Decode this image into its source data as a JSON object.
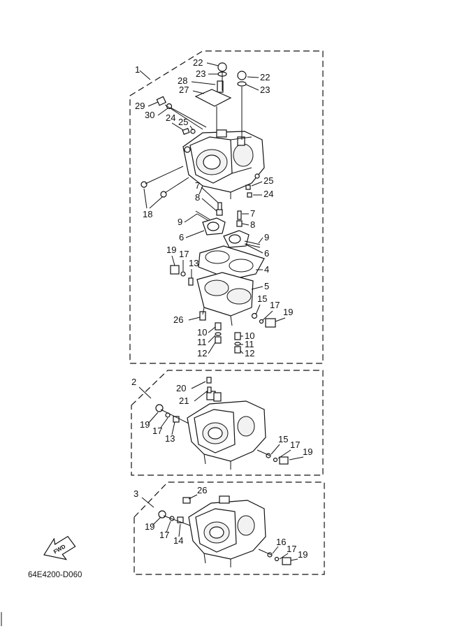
{
  "callouts": {
    "c1": "1",
    "c2": "2",
    "c3": "3",
    "c22a": "22",
    "c23a": "23",
    "c22b": "22",
    "c23b": "23",
    "c28": "28",
    "c27": "27",
    "c29": "29",
    "c30": "30",
    "c24a": "24",
    "c25a": "25",
    "c25b": "25",
    "c24b": "24",
    "c18": "18",
    "c7a": "7",
    "c8a": "8",
    "c7b": "7",
    "c8b": "8",
    "c9a": "9",
    "c6a": "6",
    "c9b": "9",
    "c6b": "6",
    "c19a": "19",
    "c17a": "17",
    "c13a": "13",
    "c4": "4",
    "c5": "5",
    "c15a": "15",
    "c17b": "17",
    "c19b": "19",
    "c26a": "26",
    "c10a": "10",
    "c11a": "11",
    "c12a": "12",
    "c10b": "10",
    "c11b": "11",
    "c12b": "12",
    "c20": "20",
    "c21": "21",
    "c19c": "19",
    "c17c": "17",
    "c13b": "13",
    "c15b": "15",
    "c17d": "17",
    "c19d": "19",
    "c26b": "26",
    "c19e": "19",
    "c17e": "17",
    "c14": "14",
    "c16": "16",
    "c17f": "17",
    "c19f": "19"
  },
  "fwd_label": "FWD",
  "drawing_code": "64E4200-D060"
}
